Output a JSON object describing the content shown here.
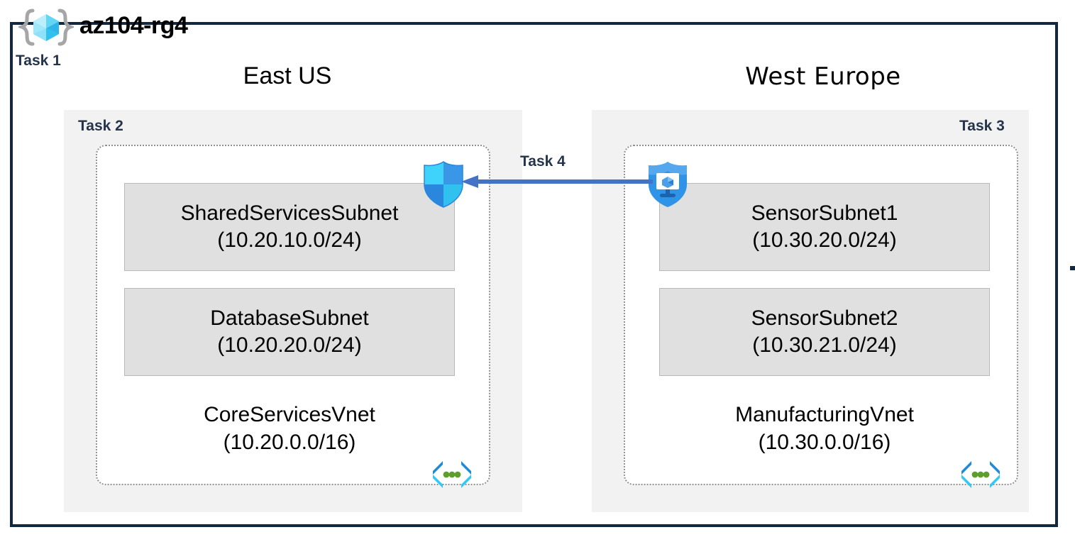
{
  "diagram": {
    "resource_group": {
      "name": "az104-rg4",
      "icon": "resource-group-cube-icon",
      "task_label": "Task 1"
    },
    "regions": [
      {
        "id": "east-us",
        "title": "East US",
        "task_label": "Task 2",
        "vnet": {
          "name": "CoreServicesVnet",
          "cidr": "(10.20.0.0/16)",
          "icon": "virtual-network-icon",
          "subnets": [
            {
              "name": "SharedServicesSubnet",
              "cidr": "(10.20.10.0/24)"
            },
            {
              "name": "DatabaseSubnet",
              "cidr": "(10.20.20.0/24)"
            }
          ]
        },
        "service_icon": "azure-firewall-shield-icon"
      },
      {
        "id": "west-europe",
        "title": "West Europe",
        "task_label": "Task 3",
        "vnet": {
          "name": "ManufacturingVnet",
          "cidr": "(10.30.0.0/16)",
          "icon": "virtual-network-icon",
          "subnets": [
            {
              "name": "SensorSubnet1",
              "cidr": "(10.30.20.0/24)"
            },
            {
              "name": "SensorSubnet2",
              "cidr": "(10.30.21.0/24)"
            }
          ]
        },
        "service_icon": "azure-bastion-shield-icon"
      }
    ],
    "connection": {
      "task_label": "Task 4",
      "icon": "left-arrow-icon",
      "direction": "right-to-left"
    },
    "colors": {
      "frame_border": "#12283f",
      "region_panel_bg": "#f2f2f2",
      "subnet_bg": "#e0e0e0",
      "subnet_border": "#b9b9b9",
      "vnet_border": "#909090",
      "task_label": "#24344a",
      "arrow": "#4472c4",
      "icon_cyan": "#32c8f5",
      "icon_blue": "#3a97e8",
      "icon_green": "#5e9e2e"
    }
  }
}
